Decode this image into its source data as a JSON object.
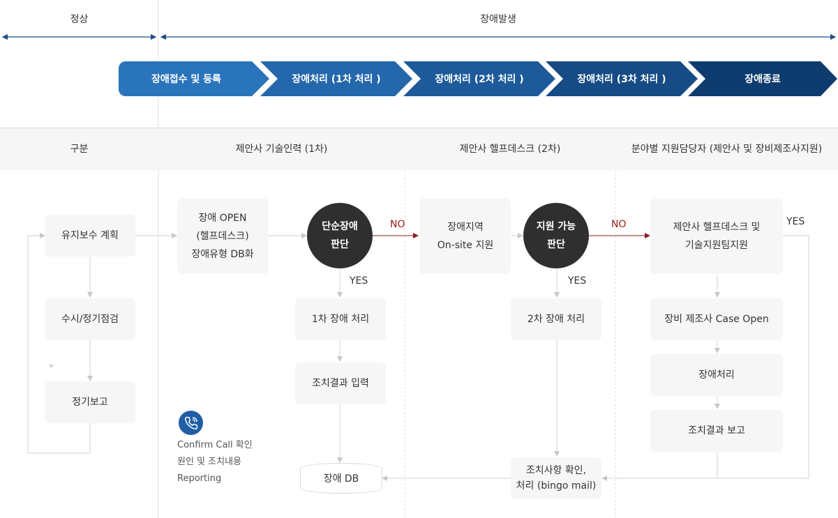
{
  "phases": {
    "normal": "정상",
    "fault": "장애발생"
  },
  "stages": [
    "장애접수 및 등록",
    "장애처리 (1차 처리 )",
    "장애처리 (2차 처리 )",
    "장애처리 (3차 처리 )",
    "장애종료"
  ],
  "stage_colors": [
    "#2a74bb",
    "#2467ab",
    "#1d5a9a",
    "#164b85",
    "#0f3c6e"
  ],
  "columns": {
    "category": "구분",
    "vendor_tech": "제안사 기술인력 (1차)",
    "vendor_helpdesk": "제안사 헬프데스크 (2차)",
    "field_support": "분야별 지원담당자 (제안사 및 장비제조사지원)"
  },
  "normal_flow": {
    "plan": "유지보수 계획",
    "inspection": "수시/정기점검",
    "report": "정기보고"
  },
  "first_line": {
    "open_line1": "장애 OPEN",
    "open_line2": "(헬프데스크)",
    "open_line3": "장애유형 DB화",
    "decision_line1": "단순장애",
    "decision_line2": "판단",
    "handle": "1차 장애 처리",
    "result": "조치결과 입력",
    "db": "장애 DB",
    "note_line1": "Confirm Call 확인",
    "note_line2": "원인 및 조치내용",
    "note_line3": "Reporting"
  },
  "second_line": {
    "onsite_line1": "장애지역",
    "onsite_line2": "On-site 지원",
    "decision_line1": "지원 가능",
    "decision_line2": "판단",
    "handle": "2차 장애 처리",
    "confirm_line1": "조치사항 확인,",
    "confirm_line2": "처리 (bingo mail)"
  },
  "third_line": {
    "support_line1": "제안사 헬프데스크 및",
    "support_line2": "기술지원팀지원",
    "case_open": "장비 제조사 Case Open",
    "handle": "장애처리",
    "report": "조치결과 보고"
  },
  "labels": {
    "no": "NO",
    "yes": "YES"
  },
  "icons": {
    "phone": "phone-call-icon"
  }
}
